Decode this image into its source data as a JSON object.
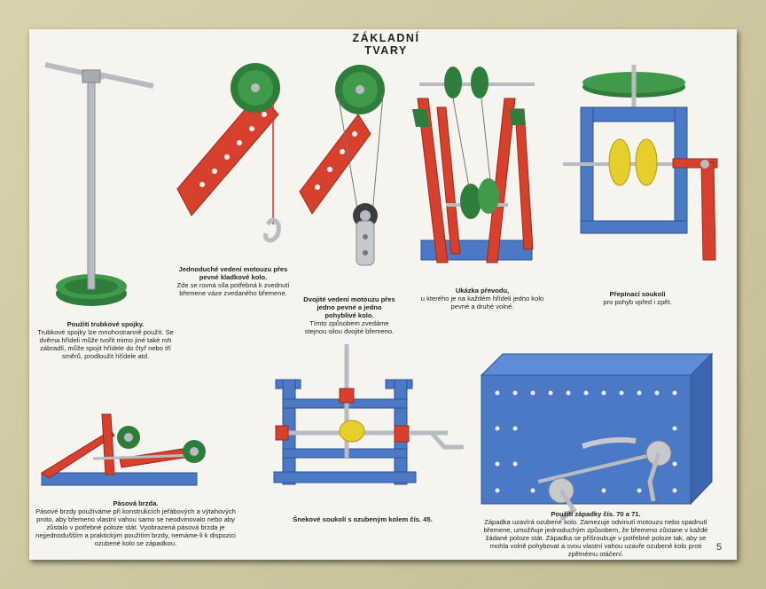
{
  "page": {
    "title": "ZÁKLADNÍ TVARY",
    "page_number": "5"
  },
  "captions": {
    "tube_coupling": {
      "heading": "Použití trubkové spojky.",
      "text": "Trubkové spojky lze mnohostranně použít. Se dvěma hřídeli může tvořit mimo jiné také roh zábradlí, může spojit hřídele do čtyř nebo tří směrů, prodloužit hřídele atd."
    },
    "single_rope": {
      "heading": "Jednoduché vedení motouzu přes pevné kladkové kolo.",
      "text": "Zde se rovná síla potřebná k zvednutí břemene váze zvedaného břemene."
    },
    "double_rope": {
      "heading": "Dvojité vedení motouzu přes jedno pevné a jedno pohyblivé kolo.",
      "text": "Tímto způsobem zvedáme stejnou silou dvojité břemeno."
    },
    "transmission": {
      "heading": "Ukázka převodu,",
      "text": "u kterého je na každém hřídeli jedno kolo pevné a druhé volné."
    },
    "reversing_gear": {
      "heading": "Přepínací soukolí",
      "text": "pro pohyb vpřed i zpět."
    },
    "band_brake": {
      "heading": "Pásová brzda.",
      "text": "Pásové brzdy používáme při konstrukcích jeřábových a výtahových proto, aby břemeno vlastní vahou samo se neodvinovalo nebo aby zůstalo v potřebné poloze stát. Vyobrazená pásová brzda je nejjednodušším a praktickým použitím brzdy, nemáme-li k dispozici ozubené kolo se západkou."
    },
    "worm_gear": {
      "heading": "Šnekové soukolí s ozubeným kolem čís. 45."
    },
    "ratchet": {
      "heading": "Použití západky čís. 70 a 71.",
      "text": "Západka uzavírá ozubené kolo. Zamezuje odvinutí motouzu nebo spadnutí břemene, umožňuje jednoduchým způsobem, že břemeno zůstane v každé žádané poloze stát. Západka se přišroubuje v potřebné poloze tak, aby se mohla volně pohybovat a svou vlastní vahou uzavře ozubené kolo proti zpětnému otáčení."
    }
  },
  "colors": {
    "red_strip": "#d8402e",
    "blue_plate": "#4b79c6",
    "green_pulley": "#2f7d3a",
    "yellow_gear": "#e6cf2a",
    "metal": "#b8bcc0"
  }
}
